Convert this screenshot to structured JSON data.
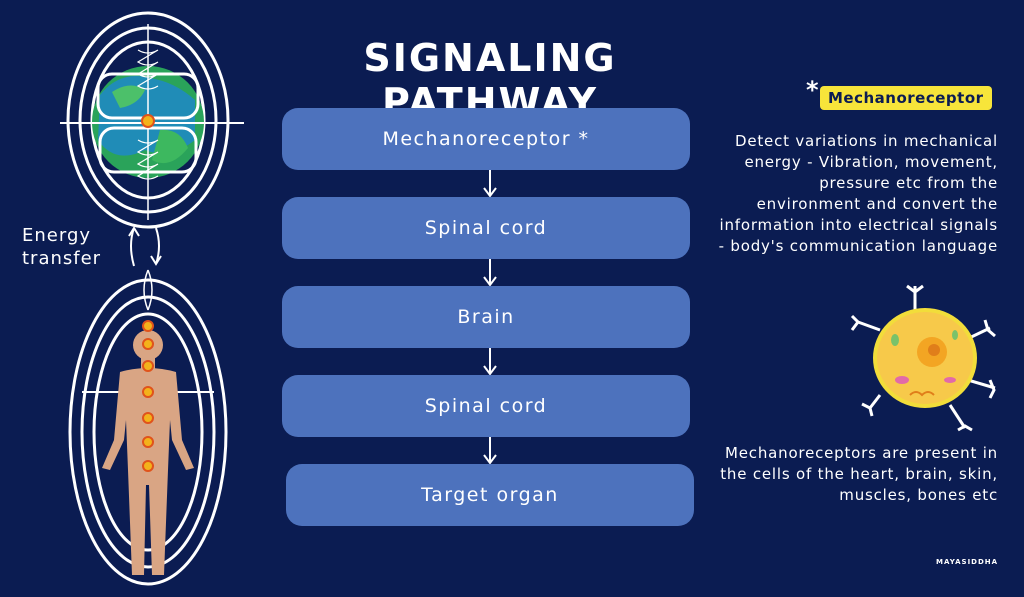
{
  "title": "SIGNALING PATHWAY",
  "flow": [
    "Mechanoreceptor *",
    "Spinal cord",
    "Brain",
    "Spinal cord",
    "Target organ"
  ],
  "energy_label": [
    "Energy",
    "transfer"
  ],
  "legend": {
    "star": "*",
    "term": "Mechanoreceptor",
    "description": "Detect variations in mechanical energy - Vibration, movement, pressure etc from the environment and convert the information into electrical signals - body's communication language",
    "presence": "Mechanoreceptors are present in the cells of the heart, brain, skin, muscles, bones etc"
  },
  "credit": "MAYASIDDHA",
  "colors": {
    "background": "#0b1c52",
    "box": "#4d72bd",
    "badge": "#f7e53a",
    "skin": "#d9a584",
    "chakra": "#f3b21b"
  },
  "icons": [
    "earth-icon",
    "human-body-icon",
    "cell-icon",
    "double-arrow-icon"
  ]
}
